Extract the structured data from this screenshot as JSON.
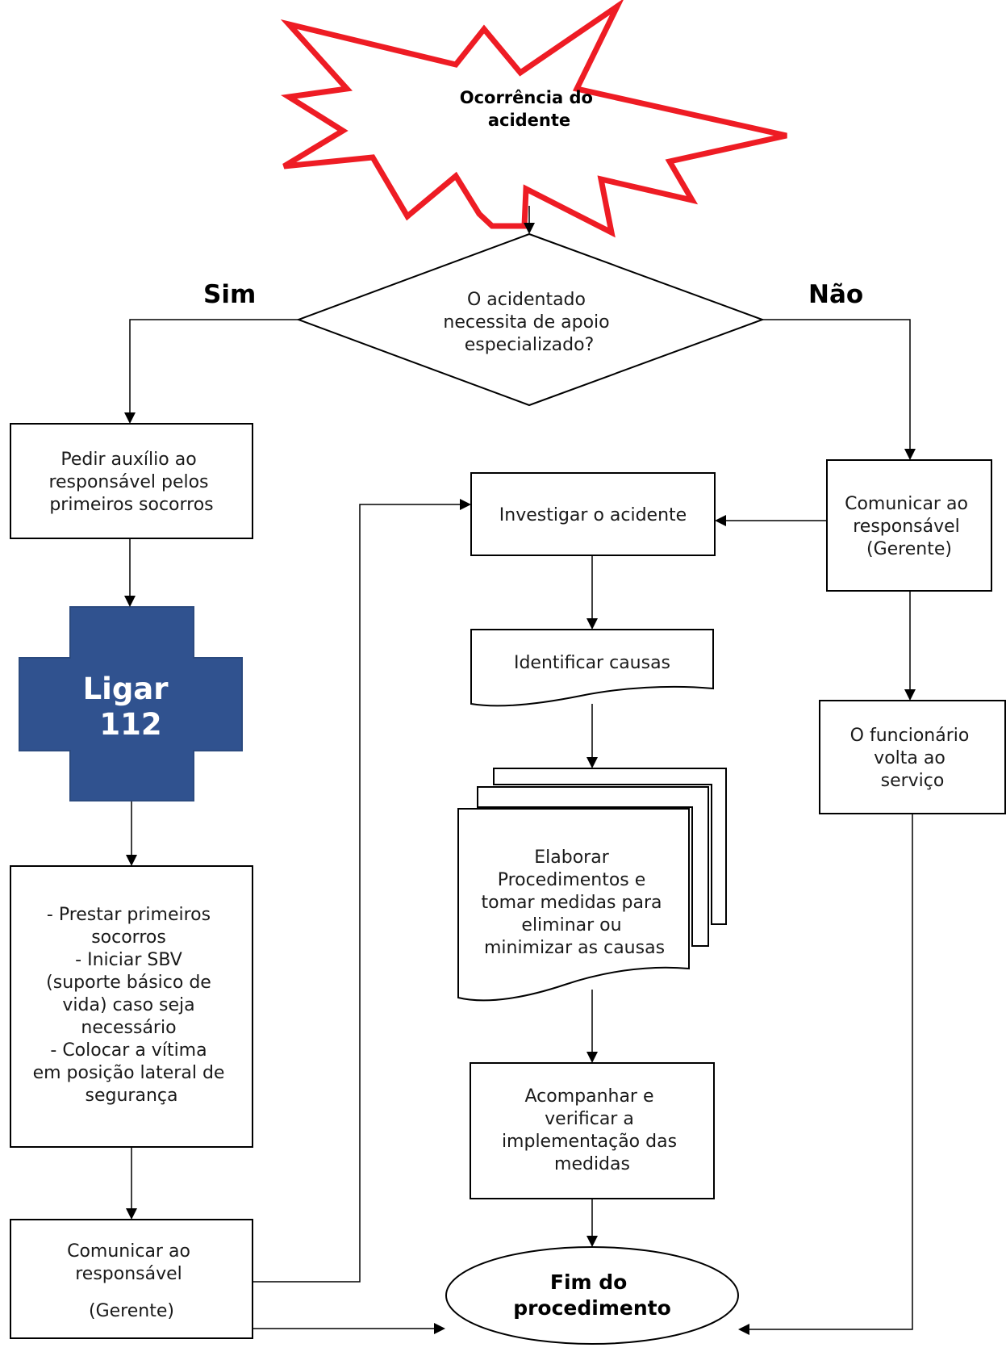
{
  "start": {
    "lines": [
      "Ocorrência do",
      "acidente"
    ],
    "color": "#ee1c24"
  },
  "decision": {
    "lines": [
      "O acidentado",
      "necessita de apoio",
      "especializado?"
    ]
  },
  "branch_yes": "Sim",
  "branch_no": "Não",
  "left_column": {
    "ask_help": {
      "lines": [
        "Pedir auxílio ao",
        "responsável pelos",
        "primeiros socorros"
      ]
    },
    "call_emergency": {
      "lines": [
        "Ligar",
        "112"
      ],
      "color": "#30528f"
    },
    "first_aid": {
      "lines": [
        "- Prestar primeiros",
        "socorros",
        "- Iniciar SBV",
        "(suporte básico de",
        "vida) caso seja",
        "necessário",
        "- Colocar a vítima",
        "em posição lateral de",
        "segurança"
      ]
    },
    "notify_manager": {
      "lines": [
        "Comunicar ao",
        "responsável",
        "(Gerente)"
      ]
    }
  },
  "center_column": {
    "investigate": "Investigar o acidente",
    "identify_causes": "Identificar causas",
    "procedures": {
      "lines": [
        "Elaborar",
        "Procedimentos e",
        "tomar medidas para",
        "eliminar ou",
        "minimizar as causas"
      ]
    },
    "follow_up": {
      "lines": [
        "Acompanhar e",
        "verificar a",
        "implementação das",
        "medidas"
      ]
    },
    "end": {
      "lines": [
        "Fim do",
        "procedimento"
      ]
    }
  },
  "right_column": {
    "notify_manager": {
      "lines": [
        "Comunicar ao",
        "responsável",
        "(Gerente)"
      ]
    },
    "return_to_work": {
      "lines": [
        "O funcionário",
        "volta ao",
        "serviço"
      ]
    }
  }
}
